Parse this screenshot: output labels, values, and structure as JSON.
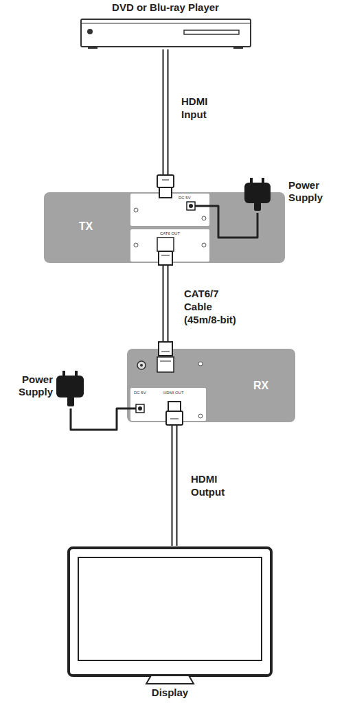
{
  "diagram": {
    "nodes": [
      {
        "text": [
          "DVD or Blu-ray Player"
        ]
      },
      {
        "text": [
          "TX"
        ]
      },
      {
        "text": [
          "DC 5V"
        ],
        "in": 1
      },
      {
        "text": [
          "CAT6 OUT"
        ],
        "in": 1
      },
      {
        "text": [
          "Power Supply"
        ]
      },
      {
        "text": [
          "RX"
        ]
      },
      {
        "text": [
          "Power Supply"
        ]
      },
      {
        "text": [
          "DC 5V",
          "HDMI OUT"
        ],
        "in": 5
      },
      {
        "text": [
          "Display"
        ]
      }
    ],
    "edges": [
      {
        "from": 0,
        "to": 2,
        "label": "HDMI Input",
        "arrow": "none"
      },
      {
        "from": 4,
        "to": 2,
        "arrow": "none"
      },
      {
        "from": 3,
        "to": 5,
        "label": "CAT6/7 Cable (45m/8-bit)",
        "arrow": "none"
      },
      {
        "from": 6,
        "to": 7,
        "arrow": "none"
      },
      {
        "from": 7,
        "to": 8,
        "label": "HDMI Output",
        "arrow": "none"
      }
    ]
  }
}
